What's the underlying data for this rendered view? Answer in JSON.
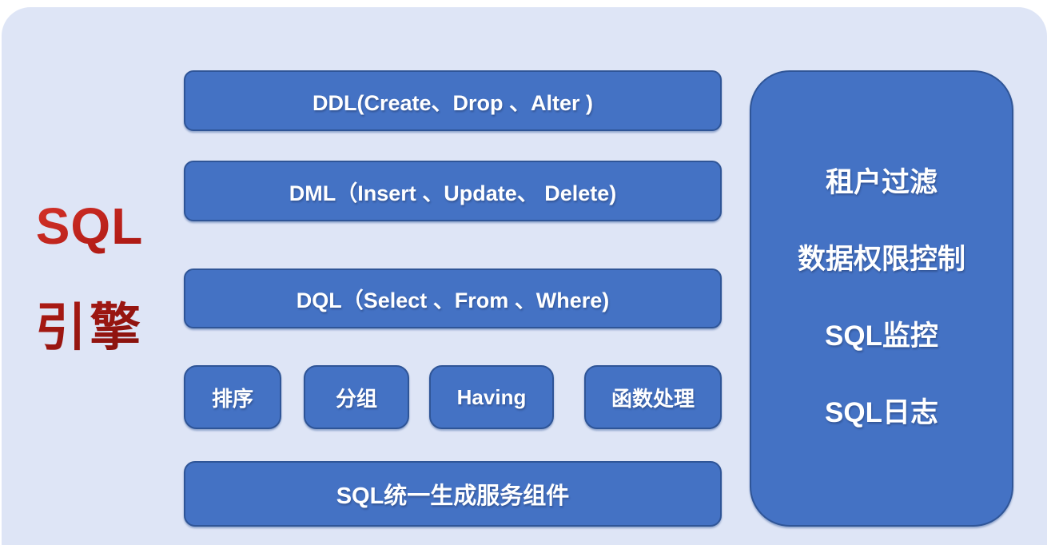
{
  "palette": {
    "slide_background": "#dee5f6",
    "page_background": "#ffffff",
    "box_fill": "#4472c4",
    "box_border": "#2f5597",
    "box_text": "#ffffff",
    "title_red_bright": "#d8342b",
    "title_red_dark": "#7d100c"
  },
  "title": {
    "line1": "SQL",
    "line2": "引擎"
  },
  "engine": {
    "ddl_label": "DDL(Create、Drop 、Alter )",
    "dml_label": "DML（Insert 、Update、 Delete)",
    "dql_label": "DQL（Select 、From 、Where)",
    "clauses": [
      "排序",
      "分组",
      "Having",
      "函数处理"
    ],
    "service_label": "SQL统一生成服务组件"
  },
  "side_panel": {
    "items": [
      "租户过滤",
      "数据权限控制",
      "SQL监控",
      "SQL日志"
    ]
  }
}
